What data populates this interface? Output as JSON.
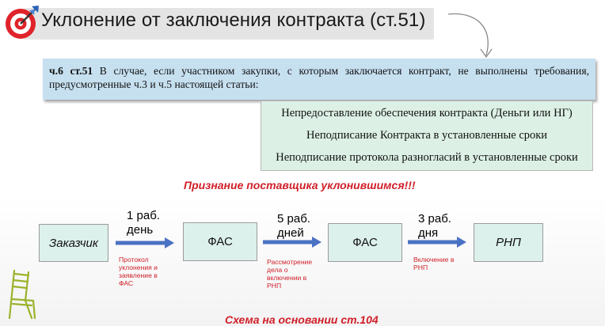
{
  "slide": {
    "title": "Уклонение от заключения контракта (ст.51)",
    "quote": {
      "ref": "ч.6 ст.51",
      "text": " В случае, если участником закупки, с которым заключается контракт, не выполнены требования, предусмотренные ч.3 и ч.5 настоящей статьи:"
    },
    "reasons": [
      "Непредоставление обеспечения контракта (Деньги или НГ)",
      "Неподписание Контракта в установленные сроки",
      "Неподписание протокола разногласий в установленные сроки"
    ],
    "heading": "Признание поставщика уклонившимся!!!",
    "footer": "Схема на основании ст.104"
  },
  "flow": {
    "nodes": [
      "Заказчик",
      "ФАС",
      "ФАС",
      "РНП"
    ],
    "steps": [
      {
        "days_line1": "1 раб.",
        "days_line2": "день",
        "note": "Протокол уклонения и заявление в ФАС"
      },
      {
        "days_line1": "5 раб.",
        "days_line2": "дней",
        "note": "Рассмотрение дела  о включении в РНП"
      },
      {
        "days_line1": "3 раб.",
        "days_line2": "дня",
        "note": "Включение в РНП"
      }
    ]
  },
  "colors": {
    "accent_red": "#d0202a",
    "arrow_blue": "#4a72c4",
    "quote_bg": "#c6e0f0",
    "box_bg": "#dcf0e6"
  },
  "icons": [
    "target-icon",
    "curved-arrow-icon",
    "arrow-right-icon",
    "chair-icon"
  ]
}
